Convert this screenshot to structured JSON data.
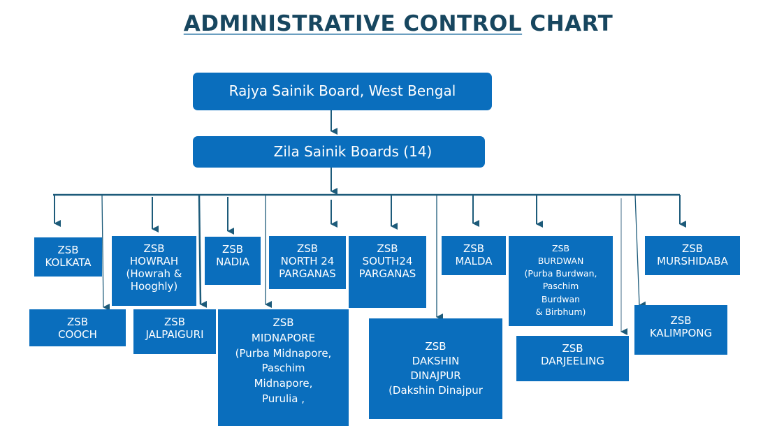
{
  "title": {
    "underlined": "ADMINISTRATIVE CONTROL",
    "rest": " CHART"
  },
  "top_board": "Rajya Sainik Board, West Bengal",
  "zila_boards": "Zila Sainik Boards (14)",
  "colors": {
    "box_fill": "#0a6ebd",
    "box_text": "#ffffff",
    "title": "#17465f",
    "connector": "#1d5b7a"
  },
  "boards": {
    "kolkata": "ZSB\nKOLKATA",
    "howrah": "ZSB\nHOWRAH\n(Howrah &\nHooghly)",
    "nadia": "ZSB\nNADIA",
    "north24": "ZSB\nNORTH 24\nPARGANAS",
    "south24": "ZSB\nSOUTH24\nPARGANAS",
    "malda": "ZSB\nMALDA",
    "burdwan": "ZSB\nBURDWAN\n(Purba Burdwan,\nPaschim\n        Burdwan\n& Birbhum)",
    "murshidabad": "ZSB\nMURSHIDABA",
    "cooch": "ZSB\nCOOCH",
    "jalpaiguri": "ZSB\nJALPAIGURI",
    "midnapore": "ZSB\nMIDNAPORE\n(Purba Midnapore,\nPaschim\nMidnapore,\nPurulia ,",
    "dakshin": "ZSB\nDAKSHIN\nDINAJPUR\n(Dakshin Dinajpur",
    "darjeeling": "ZSB\nDARJEELING",
    "kalimpong": "ZSB\nKALIMPONG"
  }
}
